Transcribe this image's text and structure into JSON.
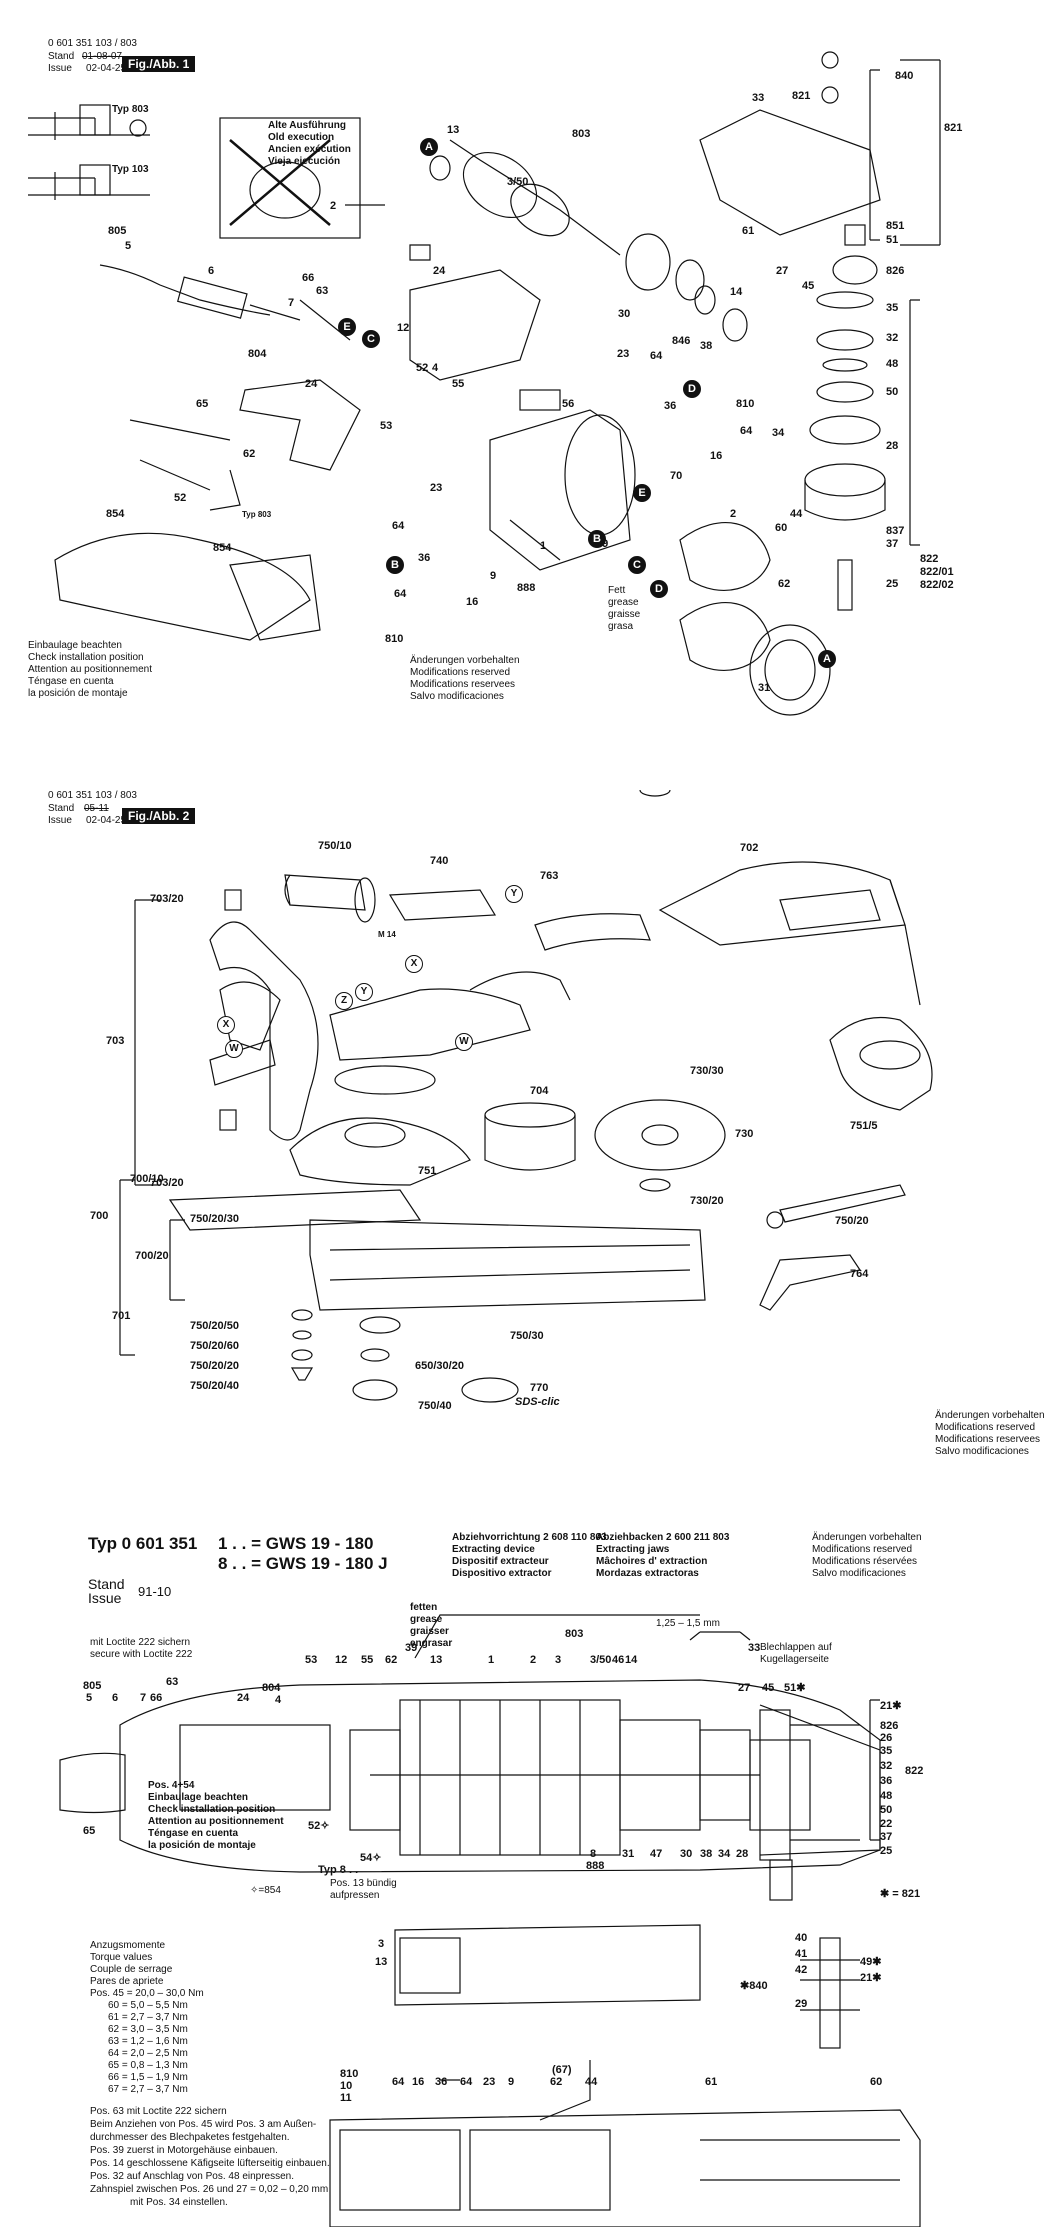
{
  "sheet1": {
    "number": "0 601 351 103 / 803",
    "stand": "Stand",
    "stand_value": "01-08-07",
    "issue": "Issue",
    "issue_value": "02-04-25",
    "fig_label": "Fig./Abb. 1",
    "typ803": "Typ 803",
    "typ103": "Typ 103",
    "old_exec": [
      "Alte Ausführung",
      "Old execution",
      "Ancien exécution",
      "Vieja ejecución"
    ],
    "install_note": [
      "Einbaulage beachten",
      "Check installation position",
      "Attention au positionnement",
      "Téngase en cuenta",
      "la posición de montaje"
    ],
    "grease": [
      "Fett",
      "grease",
      "graisse",
      "grasa"
    ],
    "changes": [
      "Änderungen vorbehalten",
      "Modifications reserved",
      "Modifications reservees",
      "Salvo modificaciones"
    ],
    "callouts": [
      {
        "id": "c1",
        "text": "803"
      },
      {
        "id": "c2",
        "text": "13"
      },
      {
        "id": "c3",
        "text": "3/50"
      },
      {
        "id": "c4",
        "text": "2"
      },
      {
        "id": "c5",
        "text": "805"
      },
      {
        "id": "c6",
        "text": "5"
      },
      {
        "id": "c7",
        "text": "6"
      },
      {
        "id": "c8",
        "text": "66"
      },
      {
        "id": "c9",
        "text": "7"
      },
      {
        "id": "c10",
        "text": "63"
      },
      {
        "id": "c11",
        "text": "24"
      },
      {
        "id": "c12",
        "text": "12"
      },
      {
        "id": "c13",
        "text": "804"
      },
      {
        "id": "c14",
        "text": "52"
      },
      {
        "id": "c15",
        "text": "4"
      },
      {
        "id": "c16",
        "text": "55"
      },
      {
        "id": "c17",
        "text": "53"
      },
      {
        "id": "c18",
        "text": "65"
      },
      {
        "id": "c19",
        "text": "24"
      },
      {
        "id": "c20",
        "text": "62"
      },
      {
        "id": "c21",
        "text": "52"
      },
      {
        "id": "c22",
        "text": "854"
      },
      {
        "id": "c23",
        "text": "Typ 803"
      },
      {
        "id": "c24",
        "text": "854"
      },
      {
        "id": "c25",
        "text": "30"
      },
      {
        "id": "c26",
        "text": "846"
      },
      {
        "id": "c27",
        "text": "38"
      },
      {
        "id": "c28",
        "text": "14"
      },
      {
        "id": "c29",
        "text": "23"
      },
      {
        "id": "c30",
        "text": "64"
      },
      {
        "id": "c31",
        "text": "56"
      },
      {
        "id": "c32",
        "text": "36"
      },
      {
        "id": "c33",
        "text": "810"
      },
      {
        "id": "c34",
        "text": "64"
      },
      {
        "id": "c35",
        "text": "16"
      },
      {
        "id": "c36",
        "text": "70"
      },
      {
        "id": "c37",
        "text": "23"
      },
      {
        "id": "c38",
        "text": "1"
      },
      {
        "id": "c39",
        "text": "64"
      },
      {
        "id": "c40",
        "text": "36"
      },
      {
        "id": "c41",
        "text": "9"
      },
      {
        "id": "c42",
        "text": "888"
      },
      {
        "id": "c43",
        "text": "39"
      },
      {
        "id": "c44",
        "text": "2"
      },
      {
        "id": "c45",
        "text": "64"
      },
      {
        "id": "c46",
        "text": "16"
      },
      {
        "id": "c47",
        "text": "810"
      },
      {
        "id": "c48",
        "text": "44"
      },
      {
        "id": "c49",
        "text": "60"
      },
      {
        "id": "c50",
        "text": "62"
      },
      {
        "id": "c51",
        "text": "31"
      },
      {
        "id": "c52",
        "text": "33"
      },
      {
        "id": "c53",
        "text": "61"
      },
      {
        "id": "c54",
        "text": "27"
      },
      {
        "id": "c55",
        "text": "45"
      },
      {
        "id": "c56",
        "text": "821"
      },
      {
        "id": "c57",
        "text": "840"
      },
      {
        "id": "c58",
        "text": "821"
      },
      {
        "id": "c59",
        "text": "851"
      },
      {
        "id": "c60",
        "text": "51"
      },
      {
        "id": "c61",
        "text": "826"
      },
      {
        "id": "c62",
        "text": "35"
      },
      {
        "id": "c63",
        "text": "32"
      },
      {
        "id": "c64",
        "text": "48"
      },
      {
        "id": "c65",
        "text": "50"
      },
      {
        "id": "c66",
        "text": "34"
      },
      {
        "id": "c67",
        "text": "28"
      },
      {
        "id": "c68",
        "text": "837"
      },
      {
        "id": "c69",
        "text": "37"
      },
      {
        "id": "c70",
        "text": "822"
      },
      {
        "id": "c71",
        "text": "822/01"
      },
      {
        "id": "c72",
        "text": "822/02"
      },
      {
        "id": "c73",
        "text": "25"
      }
    ],
    "letters": [
      "A",
      "B",
      "C",
      "D",
      "E"
    ]
  },
  "sheet2": {
    "number": "0 601 351 103 / 803",
    "stand": "Stand",
    "stand_value": "05-11",
    "issue": "Issue",
    "issue_value": "02-04-25",
    "fig_label": "Fig./Abb. 2",
    "sds": "SDS-clic",
    "m14": "M 14",
    "changes": [
      "Änderungen vorbehalten",
      "Modifications reserved",
      "Modifications reservees",
      "Salvo modificaciones"
    ],
    "callouts": [
      {
        "id": "d1",
        "text": "750/10"
      },
      {
        "id": "d2",
        "text": "740"
      },
      {
        "id": "d3",
        "text": "763"
      },
      {
        "id": "d4",
        "text": "702"
      },
      {
        "id": "d5",
        "text": "703/20"
      },
      {
        "id": "d6",
        "text": "703"
      },
      {
        "id": "d7",
        "text": "703/20"
      },
      {
        "id": "d8",
        "text": "704"
      },
      {
        "id": "d9",
        "text": "730/30"
      },
      {
        "id": "d10",
        "text": "751/5"
      },
      {
        "id": "d11",
        "text": "751"
      },
      {
        "id": "d12",
        "text": "730"
      },
      {
        "id": "d13",
        "text": "700/10"
      },
      {
        "id": "d14",
        "text": "700"
      },
      {
        "id": "d15",
        "text": "750/20/30"
      },
      {
        "id": "d16",
        "text": "700/20"
      },
      {
        "id": "d17",
        "text": "730/20"
      },
      {
        "id": "d18",
        "text": "750/20"
      },
      {
        "id": "d19",
        "text": "764"
      },
      {
        "id": "d20",
        "text": "701"
      },
      {
        "id": "d21",
        "text": "750/20/50"
      },
      {
        "id": "d22",
        "text": "750/20/60"
      },
      {
        "id": "d23",
        "text": "750/20/20"
      },
      {
        "id": "d24",
        "text": "750/20/40"
      },
      {
        "id": "d25",
        "text": "750/30"
      },
      {
        "id": "d26",
        "text": "650/30/20"
      },
      {
        "id": "d27",
        "text": "770"
      },
      {
        "id": "d28",
        "text": "750/40"
      }
    ],
    "letters": [
      "X",
      "Y",
      "Z",
      "W"
    ]
  },
  "sheet3": {
    "title_line1_a": "Typ 0 601 351",
    "title_line1_b": "1 . . = GWS 19 - 180",
    "title_line2": "8 . . = GWS 19 - 180 J",
    "stand": "Stand",
    "issue": "Issue",
    "stand_value": "91-10",
    "extract1_code": "Abziehvorrichtung 2 608 110 803",
    "extract1": [
      "Extracting device",
      "Dispositif extracteur",
      "Dispositivo extractor"
    ],
    "extract2_code": "Abziehbacken 2 600 211 803",
    "extract2": [
      "Extracting jaws",
      "Mâchoires d' extraction",
      "Mordazas extractoras"
    ],
    "changes": [
      "Änderungen vorbehalten",
      "Modifications reserved",
      "Modifications réservées",
      "Salvo modificaciones"
    ],
    "grease": [
      "fetten",
      "grease",
      "graisser",
      "engrasar"
    ],
    "loctite": [
      "mit Loctite 222 sichern",
      "secure with Loctite 222"
    ],
    "gap": "1,25 – 1,5 mm",
    "blech": [
      "Blechlappen auf",
      "Kugellagerseite"
    ],
    "pos454": [
      "Pos. 4+54",
      "Einbaulage beachten",
      "Check installation position",
      "Attention au positionnement",
      "Téngase en cuenta",
      "la posición de montaje"
    ],
    "typ8": "Typ 8 . .",
    "star854": "✧=854",
    "pos13": [
      "Pos. 13 bündig",
      "aufpressen"
    ],
    "star821": "✱ = 821",
    "star840": "✱840",
    "torque_title": [
      "Anzugsmomente",
      "Torque values",
      "Couple de serrage",
      "Pares de apriete"
    ],
    "torque": [
      "Pos. 45 = 20,0 – 30,0 Nm",
      "60 =   5,0 –   5,5 Nm",
      "61 =   2,7 –   3,7 Nm",
      "62 =   3,0 –   3,5 Nm",
      "63 =   1,2 –   1,6 Nm",
      "64 =   2,0 –   2,5 Nm",
      "65 =   0,8 –   1,3 Nm",
      "66 =   1,5 –   1,9 Nm",
      "67 =   2,7 –   3,7 Nm"
    ],
    "notes": [
      "Pos. 63 mit Loctite 222 sichern",
      "Beim Anziehen von Pos. 45 wird Pos. 3 am Außen-",
      "durchmesser des Blechpaketes festgehalten.",
      "Pos. 39 zuerst in Motorgehäuse einbauen.",
      "Pos. 14 geschlossene Käfigseite lüfterseitig einbauen.",
      "Pos. 32 auf Anschlag von Pos. 48 einpressen.",
      "Zahnspiel zwischen Pos. 26 und 27 = 0,02 – 0,20 mm",
      "mit Pos. 34 einstellen."
    ],
    "callouts": [
      {
        "id": "e1",
        "text": "805"
      },
      {
        "id": "e2",
        "text": "5"
      },
      {
        "id": "e3",
        "text": "6"
      },
      {
        "id": "e4",
        "text": "7"
      },
      {
        "id": "e5",
        "text": "66"
      },
      {
        "id": "e6",
        "text": "63"
      },
      {
        "id": "e7",
        "text": "24"
      },
      {
        "id": "e8",
        "text": "804"
      },
      {
        "id": "e9",
        "text": "4"
      },
      {
        "id": "e10",
        "text": "53"
      },
      {
        "id": "e11",
        "text": "12"
      },
      {
        "id": "e12",
        "text": "55"
      },
      {
        "id": "e13",
        "text": "62"
      },
      {
        "id": "e14",
        "text": "39"
      },
      {
        "id": "e15",
        "text": "13"
      },
      {
        "id": "e16",
        "text": "1"
      },
      {
        "id": "e17",
        "text": "2"
      },
      {
        "id": "e18",
        "text": "3"
      },
      {
        "id": "e19",
        "text": "803"
      },
      {
        "id": "e20",
        "text": "3/50"
      },
      {
        "id": "e21",
        "text": "46"
      },
      {
        "id": "e22",
        "text": "14"
      },
      {
        "id": "e23",
        "text": "33"
      },
      {
        "id": "e24",
        "text": "27"
      },
      {
        "id": "e25",
        "text": "45"
      },
      {
        "id": "e26",
        "text": "51✱"
      },
      {
        "id": "e27",
        "text": "21✱"
      },
      {
        "id": "e28",
        "text": "826"
      },
      {
        "id": "e29",
        "text": "26"
      },
      {
        "id": "e30",
        "text": "35"
      },
      {
        "id": "e31",
        "text": "32"
      },
      {
        "id": "e32",
        "text": "36"
      },
      {
        "id": "e33",
        "text": "48"
      },
      {
        "id": "e34",
        "text": "50"
      },
      {
        "id": "e35",
        "text": "22"
      },
      {
        "id": "e36",
        "text": "37"
      },
      {
        "id": "e37",
        "text": "25"
      },
      {
        "id": "e38",
        "text": "822"
      },
      {
        "id": "e39",
        "text": "65"
      },
      {
        "id": "e40",
        "text": "52✧"
      },
      {
        "id": "e41",
        "text": "54✧"
      },
      {
        "id": "e42",
        "text": "8"
      },
      {
        "id": "e43",
        "text": "888"
      },
      {
        "id": "e44",
        "text": "31"
      },
      {
        "id": "e45",
        "text": "47"
      },
      {
        "id": "e46",
        "text": "30"
      },
      {
        "id": "e47",
        "text": "38"
      },
      {
        "id": "e48",
        "text": "34"
      },
      {
        "id": "e49",
        "text": "28"
      },
      {
        "id": "e50",
        "text": "3"
      },
      {
        "id": "e51",
        "text": "13"
      },
      {
        "id": "e52",
        "text": "40"
      },
      {
        "id": "e53",
        "text": "41"
      },
      {
        "id": "e54",
        "text": "42"
      },
      {
        "id": "e55",
        "text": "49✱"
      },
      {
        "id": "e56",
        "text": "21✱"
      },
      {
        "id": "e57",
        "text": "29"
      },
      {
        "id": "e58",
        "text": "810"
      },
      {
        "id": "e59",
        "text": "10"
      },
      {
        "id": "e60",
        "text": "11"
      },
      {
        "id": "e61",
        "text": "64"
      },
      {
        "id": "e62",
        "text": "16"
      },
      {
        "id": "e63",
        "text": "36"
      },
      {
        "id": "e64",
        "text": "64"
      },
      {
        "id": "e65",
        "text": "23"
      },
      {
        "id": "e66",
        "text": "9"
      },
      {
        "id": "e67",
        "text": "(67)"
      },
      {
        "id": "e68",
        "text": "62"
      },
      {
        "id": "e69",
        "text": "44"
      },
      {
        "id": "e70",
        "text": "61"
      },
      {
        "id": "e71",
        "text": "60"
      }
    ]
  }
}
